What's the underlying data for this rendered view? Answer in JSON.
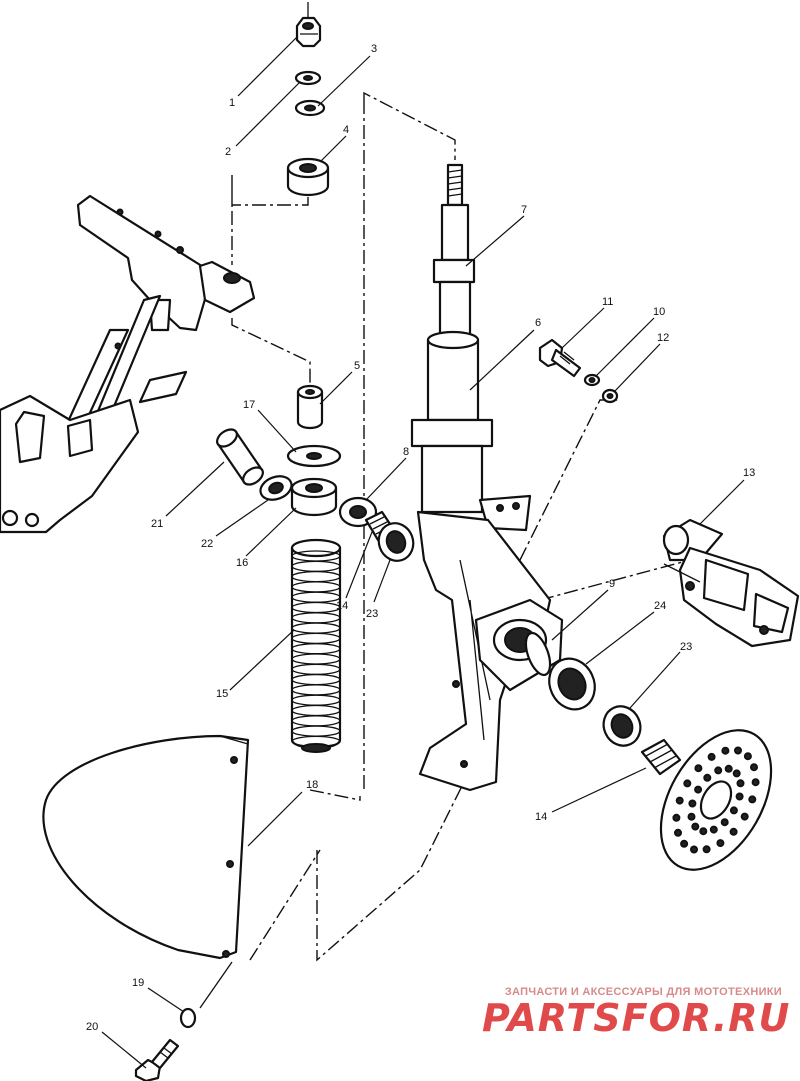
{
  "diagram": {
    "callouts": [
      {
        "id": "c1",
        "label": "1"
      },
      {
        "id": "c2",
        "label": "2"
      },
      {
        "id": "c3",
        "label": "3"
      },
      {
        "id": "c4",
        "label": "4"
      },
      {
        "id": "c5",
        "label": "5"
      },
      {
        "id": "c6",
        "label": "6"
      },
      {
        "id": "c7",
        "label": "7"
      },
      {
        "id": "c8",
        "label": "8"
      },
      {
        "id": "c9",
        "label": "9"
      },
      {
        "id": "c10",
        "label": "10"
      },
      {
        "id": "c11",
        "label": "11"
      },
      {
        "id": "c12",
        "label": "12"
      },
      {
        "id": "c13",
        "label": "13"
      },
      {
        "id": "c14a",
        "label": "14"
      },
      {
        "id": "c14b",
        "label": "14"
      },
      {
        "id": "c15",
        "label": "15"
      },
      {
        "id": "c16",
        "label": "16"
      },
      {
        "id": "c17",
        "label": "17"
      },
      {
        "id": "c18",
        "label": "18"
      },
      {
        "id": "c19",
        "label": "19"
      },
      {
        "id": "c20",
        "label": "20"
      },
      {
        "id": "c21",
        "label": "21"
      },
      {
        "id": "c22",
        "label": "22"
      },
      {
        "id": "c23a",
        "label": "23"
      },
      {
        "id": "c23b",
        "label": "23"
      },
      {
        "id": "c24",
        "label": "24"
      }
    ]
  },
  "watermark": {
    "tagline": "ЗАПЧАСТИ И АКСЕССУАРЫ ДЛЯ МОТОТЕХНИКИ",
    "logo_text": "PARTSFOR.RU"
  },
  "colors": {
    "line": "#111111",
    "watermark_red": "#e04a4a",
    "watermark_pink": "#d88a8a"
  }
}
